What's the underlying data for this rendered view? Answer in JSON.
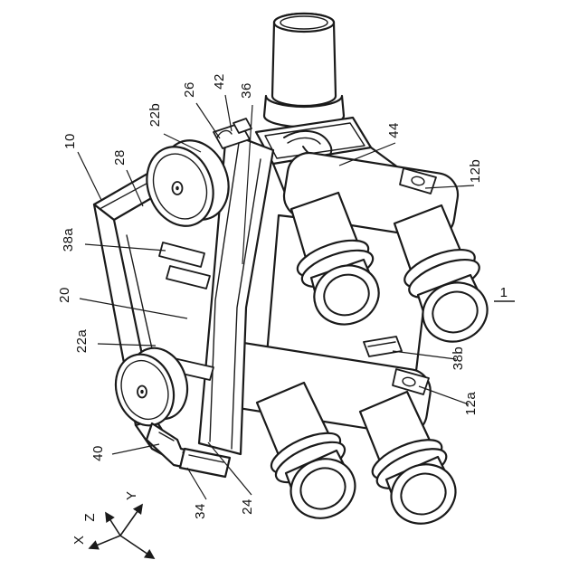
{
  "figure": {
    "assembly_reference": "1",
    "background_color": "#ffffff",
    "line_color": "#1a1a1a"
  },
  "labels": {
    "n10": "10",
    "n28": "28",
    "n22b": "22b",
    "n26": "26",
    "n42": "42",
    "n36": "36",
    "n44": "44",
    "n12b": "12b",
    "n38a": "38a",
    "n20": "20",
    "n22a": "22a",
    "n38b": "38b",
    "n12a": "12a",
    "n40": "40",
    "n34": "34",
    "n24": "24",
    "n1": "1"
  },
  "axes": {
    "x": "X",
    "y": "Y",
    "z": "Z"
  }
}
